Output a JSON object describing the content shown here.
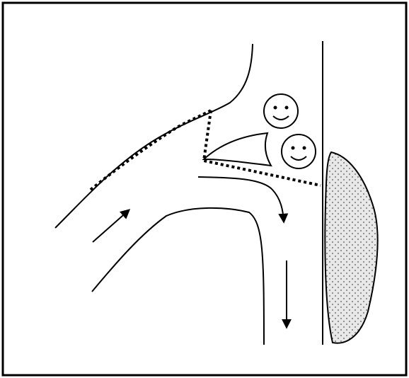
{
  "diagram": {
    "border_color": "#000000",
    "background": "#ffffff",
    "line_color": "#000000",
    "dotted_fill_color": "#e8e8e8",
    "stipple_dot_color": "#555555",
    "faces_count": 2,
    "face_expression": "smiling",
    "arrows": [
      "up-right-flow-arrow",
      "curved-down-arrow",
      "down-arrow"
    ]
  }
}
